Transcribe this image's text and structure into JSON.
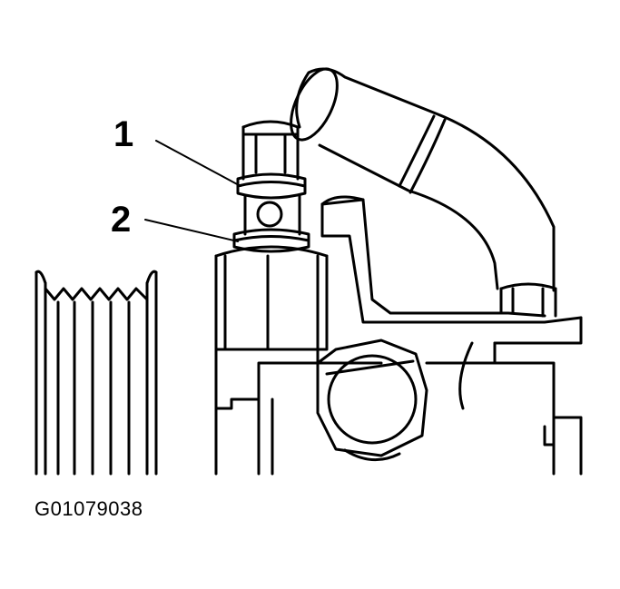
{
  "callouts": [
    {
      "label": "1"
    },
    {
      "label": "2"
    }
  ],
  "figure_id": "G01079038"
}
